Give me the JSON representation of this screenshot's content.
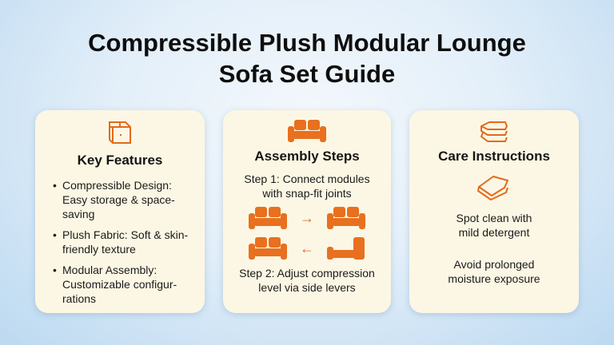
{
  "title": {
    "line1": "Compressible Plush Modular Lounge",
    "line2": "Sofa Set Guide"
  },
  "colors": {
    "accent": "#e8701e",
    "card": "#fcf7e4"
  },
  "cards": [
    {
      "heading": "Key Features",
      "icon": "storage-box-icon",
      "items": [
        "Compressible Design: Easy storage & space-saving",
        "Plush Fabric: Soft & skin-friendly texture",
        "Modular Assembly: Customizable configur-rations"
      ]
    },
    {
      "heading": "Assembly Steps",
      "icon": "sofa-icon",
      "step1": "Step 1: Connect modules with snap-fit joints",
      "step2": "Step 2: Adjust compression level via side levers",
      "arrow_right": "→",
      "arrow_left": "←"
    },
    {
      "heading": "Care Instructions",
      "icon": "folded-fabric-icon",
      "text1": "Spot clean with mild detergent",
      "text2": "Avoid prolonged moisture exposure"
    }
  ]
}
